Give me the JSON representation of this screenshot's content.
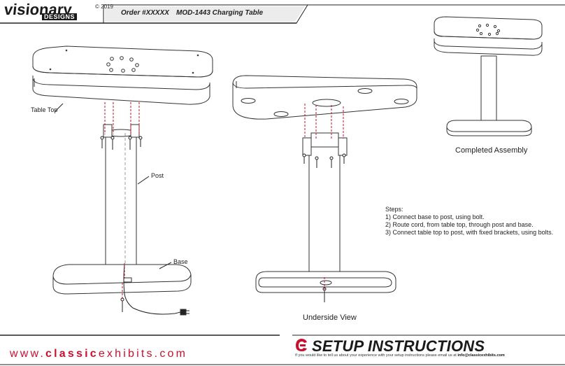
{
  "header": {
    "logo_main": "visionary",
    "logo_sub": "DESIGNS",
    "copyright": "© 2019",
    "order": "Order #XXXXX",
    "product": "MOD-1443 Charging Table"
  },
  "labels": {
    "table_top": "Table Top",
    "post": "Post",
    "base": "Base"
  },
  "captions": {
    "completed": "Completed Assembly",
    "underside": "Underside View"
  },
  "steps": {
    "heading": "Steps:",
    "items": [
      "1) Connect base to post, using bolt.",
      "2) Route cord, from table top, through post and base.",
      "3) Connect table top to post, with fixed brackets, using bolts."
    ]
  },
  "footer": {
    "website_prefix": "www.",
    "website_brand": "classic",
    "website_suffix": "exhibits.com",
    "title": "SETUP INSTRUCTIONS",
    "note_text": "If you would like to tell us about your experience with your setup instructions please email us at",
    "note_email": "info@classicexhibits.com",
    "accent_color": "#c8102e"
  }
}
